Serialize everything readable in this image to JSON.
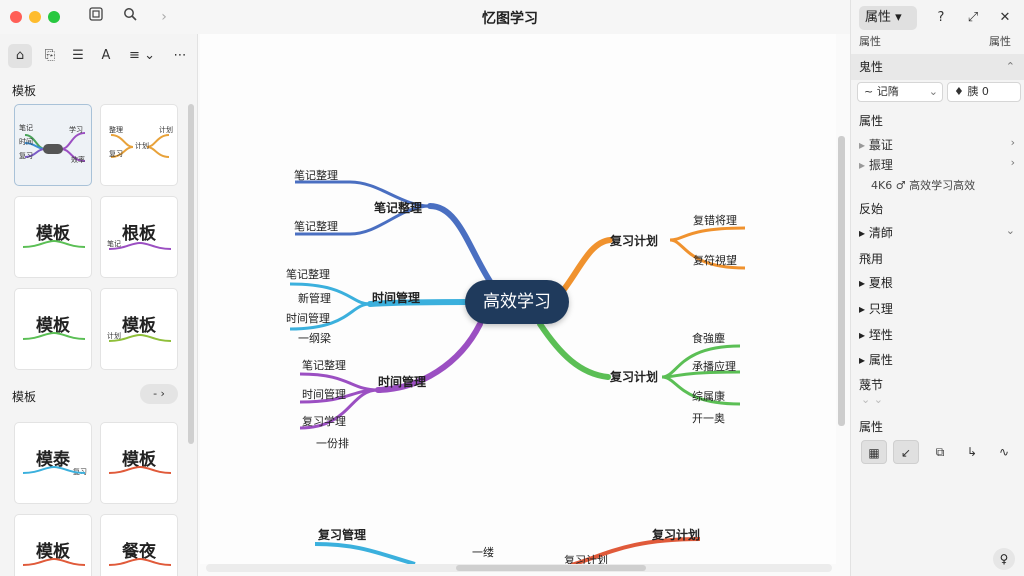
{
  "titlebar": {
    "title": "忆图学习",
    "sidebar_icon": "sidebar-toggle-icon",
    "search_icon": "search-icon",
    "forward_icon": "chevron-right-icon"
  },
  "left_panel": {
    "tools": [
      "template-icon",
      "copy-icon",
      "outline-icon",
      "font-icon",
      "list-icon",
      "more-icon"
    ],
    "tools_glyphs": [
      "⌂",
      "⎘",
      "☰",
      "A",
      "≡",
      "⋯"
    ],
    "section1_label": "模板",
    "section2_label": "模板",
    "pager_label": "- ›",
    "cards": [
      {
        "label": "",
        "small": [
          "笔记",
          "时间",
          "复习",
          "学习",
          "效率"
        ]
      },
      {
        "label": "",
        "small": [
          "整理",
          "复习",
          "计划",
          "计划"
        ]
      },
      {
        "label": "模板",
        "small": []
      },
      {
        "label": "根板",
        "small": [
          "笔记"
        ]
      },
      {
        "label": "模板",
        "small": []
      },
      {
        "label": "模板",
        "small": [
          "计划"
        ]
      },
      {
        "label": "模泰",
        "small": [
          "复习"
        ]
      },
      {
        "label": "模板",
        "small": []
      },
      {
        "label": "模板",
        "small": []
      },
      {
        "label": "餐夜",
        "small": []
      }
    ]
  },
  "canvas": {
    "central": "高效学习",
    "branches": {
      "top_left": {
        "label": "笔记整理",
        "children": [
          "笔记整理",
          "笔记整理"
        ]
      },
      "mid_left": {
        "label": "时间管理",
        "children": [
          "笔记整理",
          "新管理",
          "时间管理",
          "一纲梁"
        ]
      },
      "low_left": {
        "label": "时间管理",
        "children": [
          "笔记整理",
          "时间管理",
          "复习学理",
          "一份排"
        ]
      },
      "top_right": {
        "label": "复习计划",
        "children": [
          "复错将理",
          "复符視望"
        ]
      },
      "low_right": {
        "label": "复习计划",
        "children": [
          "食強塵",
          "承播应理",
          "综属康",
          "开一奥"
        ]
      },
      "bottom": [
        "复习管理",
        "一缕",
        "复习计划",
        "复习计划"
      ]
    },
    "colors": {
      "blue": "#4a6fc1",
      "cyan": "#3bb0dd",
      "purple": "#9b4fc2",
      "orange": "#f0922e",
      "green": "#5bbf55",
      "red": "#e05a3a",
      "central_bg": "#1f3a5c"
    }
  },
  "right_panel": {
    "header": "属性",
    "header_icons": [
      "help-icon",
      "expand-icon",
      "close-icon"
    ],
    "header_glyphs": [
      "?",
      "⤢",
      "✕"
    ],
    "row1_left": "属性",
    "row1_right": "属性",
    "section1": "鬼性",
    "input1": "~ 记隋",
    "input2": "♦ 胰 0",
    "label_attr": "属性",
    "items1": [
      "蕞证",
      "振理"
    ],
    "desc": "4K6 ♂ 高效学习高效",
    "label_reverse": "反始",
    "item_clear": "清師",
    "label_apply": "飛用",
    "items2": [
      "夏根",
      "只理",
      "垤性",
      "属性"
    ],
    "label_detail": "蔑节",
    "label_attr2": "属性",
    "bottom_icons": [
      "layout-icon",
      "connector-icon",
      "frame-icon",
      "curve-icon",
      "wave-icon"
    ],
    "bottom_glyphs": [
      "▦",
      "↙",
      "⧉",
      "↳",
      "∿"
    ],
    "help": "♀"
  }
}
